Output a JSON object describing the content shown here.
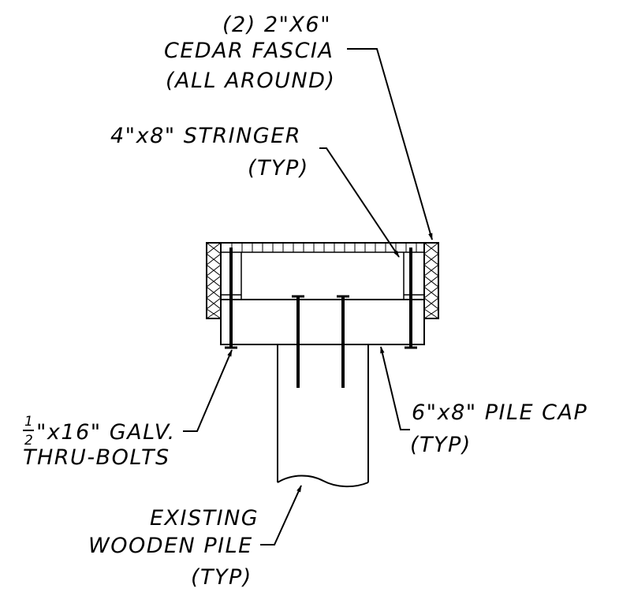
{
  "labels": {
    "fascia": [
      "(2) 2\"X6\"",
      "CEDAR FASCIA",
      "(ALL AROUND)"
    ],
    "stringer": [
      "4\"x8\" STRINGER",
      "(TYP)"
    ],
    "bolts_fraction_num": "1",
    "bolts_fraction_den": "2",
    "bolts": [
      "\"x16\" GALV.",
      "THRU-BOLTS"
    ],
    "pile_cap": [
      "6\"x8\" PILE CAP",
      "(TYP)"
    ],
    "pile": [
      "EXISTING",
      "WOODEN PILE",
      "(TYP)"
    ]
  },
  "colors": {
    "line": "#000000",
    "background": "#ffffff"
  }
}
